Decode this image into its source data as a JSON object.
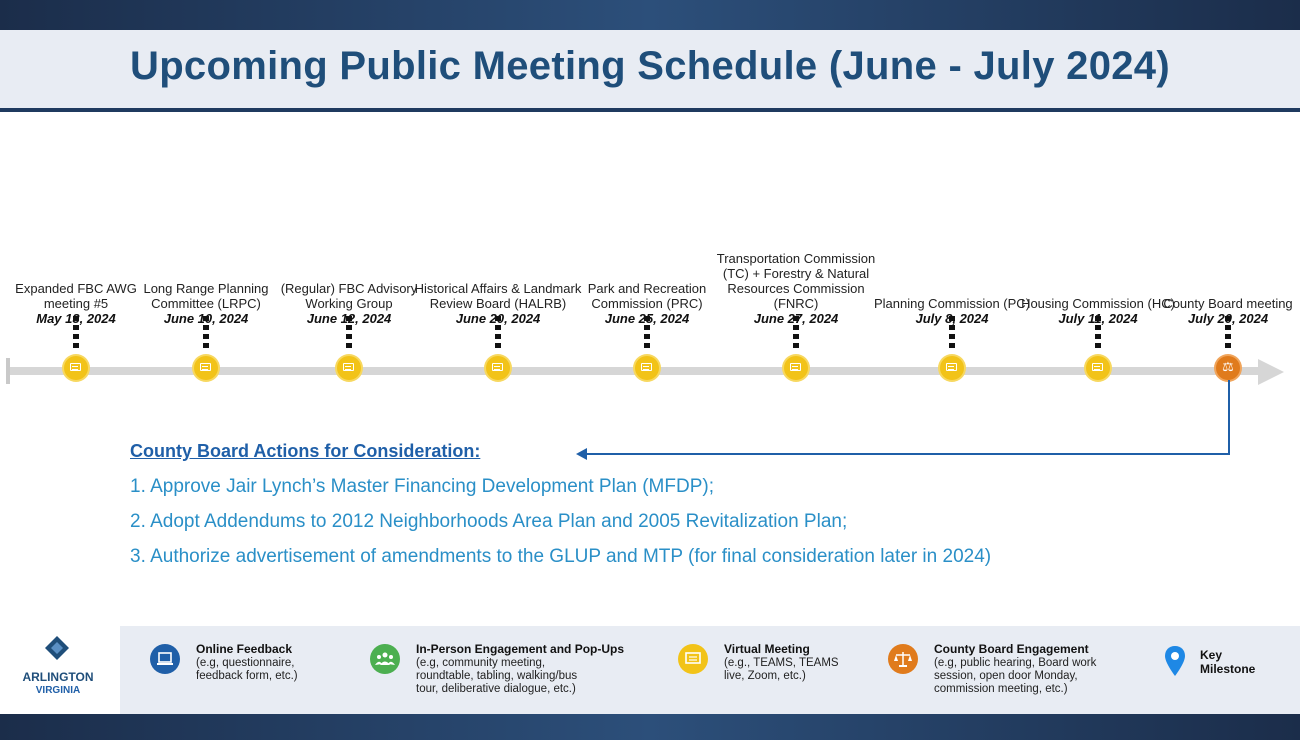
{
  "title": "Upcoming Public Meeting Schedule (June - July 2024)",
  "events": [
    {
      "name": "Expanded FBC AWG meeting #5",
      "date": "May 13, 2024",
      "icon": "virtual-meeting-icon"
    },
    {
      "name": "Long Range Planning Committee (LRPC)",
      "date": "June 10, 2024",
      "icon": "virtual-meeting-icon"
    },
    {
      "name": "(Regular) FBC Advisory Working Group",
      "date": "June 12, 2024",
      "icon": "virtual-meeting-icon"
    },
    {
      "name": "Historical Affairs & Landmark Review Board (HALRB)",
      "date": "June 20, 2024",
      "icon": "virtual-meeting-icon"
    },
    {
      "name": "Park and Recreation Commission (PRC)",
      "date": "June 25, 2024",
      "icon": "virtual-meeting-icon"
    },
    {
      "name": "Transportation Commission (TC) + Forestry & Natural Resources Commission (FNRC)",
      "date": "June 27, 2024",
      "icon": "virtual-meeting-icon"
    },
    {
      "name": "Planning Commission (PC)",
      "date": "July 8, 2024",
      "icon": "virtual-meeting-icon"
    },
    {
      "name": "Housing Commission (HC)",
      "date": "July 11, 2024",
      "icon": "virtual-meeting-icon"
    },
    {
      "name": "County Board meeting",
      "date": "July 20, 2024",
      "icon": "county-board-icon"
    }
  ],
  "actions": {
    "title": "County Board Actions for Consideration:",
    "items": [
      "1. Approve Jair Lynch’s Master Financing Development Plan (MFDP);",
      "2. Adopt Addendums to 2012 Neighborhoods Area Plan and 2005 Revitalization Plan;",
      "3. Authorize advertisement of amendments to the GLUP and MTP (for final consideration later in 2024)"
    ]
  },
  "logo": {
    "name": "ARLINGTON",
    "sub": "VIRGINIA"
  },
  "legend": [
    {
      "title": "Online Feedback",
      "desc": [
        "(e.g, questionnaire,",
        "feedback form, etc.)"
      ],
      "icon": "online-feedback-icon",
      "color": "#1f5fa8"
    },
    {
      "title": "In-Person Engagement and Pop-Ups",
      "desc": [
        "(e.g, community meeting,",
        "roundtable, tabling, walking/bus",
        "tour, deliberative dialogue, etc.)"
      ],
      "icon": "in-person-icon",
      "color": "#4caf50"
    },
    {
      "title": "Virtual Meeting",
      "desc": [
        "(e.g., TEAMS, TEAMS",
        "live, Zoom, etc.)"
      ],
      "icon": "virtual-meeting-icon",
      "color": "#f2c318"
    },
    {
      "title": "County Board Engagement",
      "desc": [
        "(e.g, public hearing, Board work",
        "session, open door Monday,",
        "commission meeting, etc.)"
      ],
      "icon": "county-board-icon",
      "color": "#e07b1c"
    },
    {
      "title": "Key",
      "desc": [
        "Milestone"
      ],
      "icon": "key-milestone-icon",
      "color": "#1e88e5"
    }
  ]
}
